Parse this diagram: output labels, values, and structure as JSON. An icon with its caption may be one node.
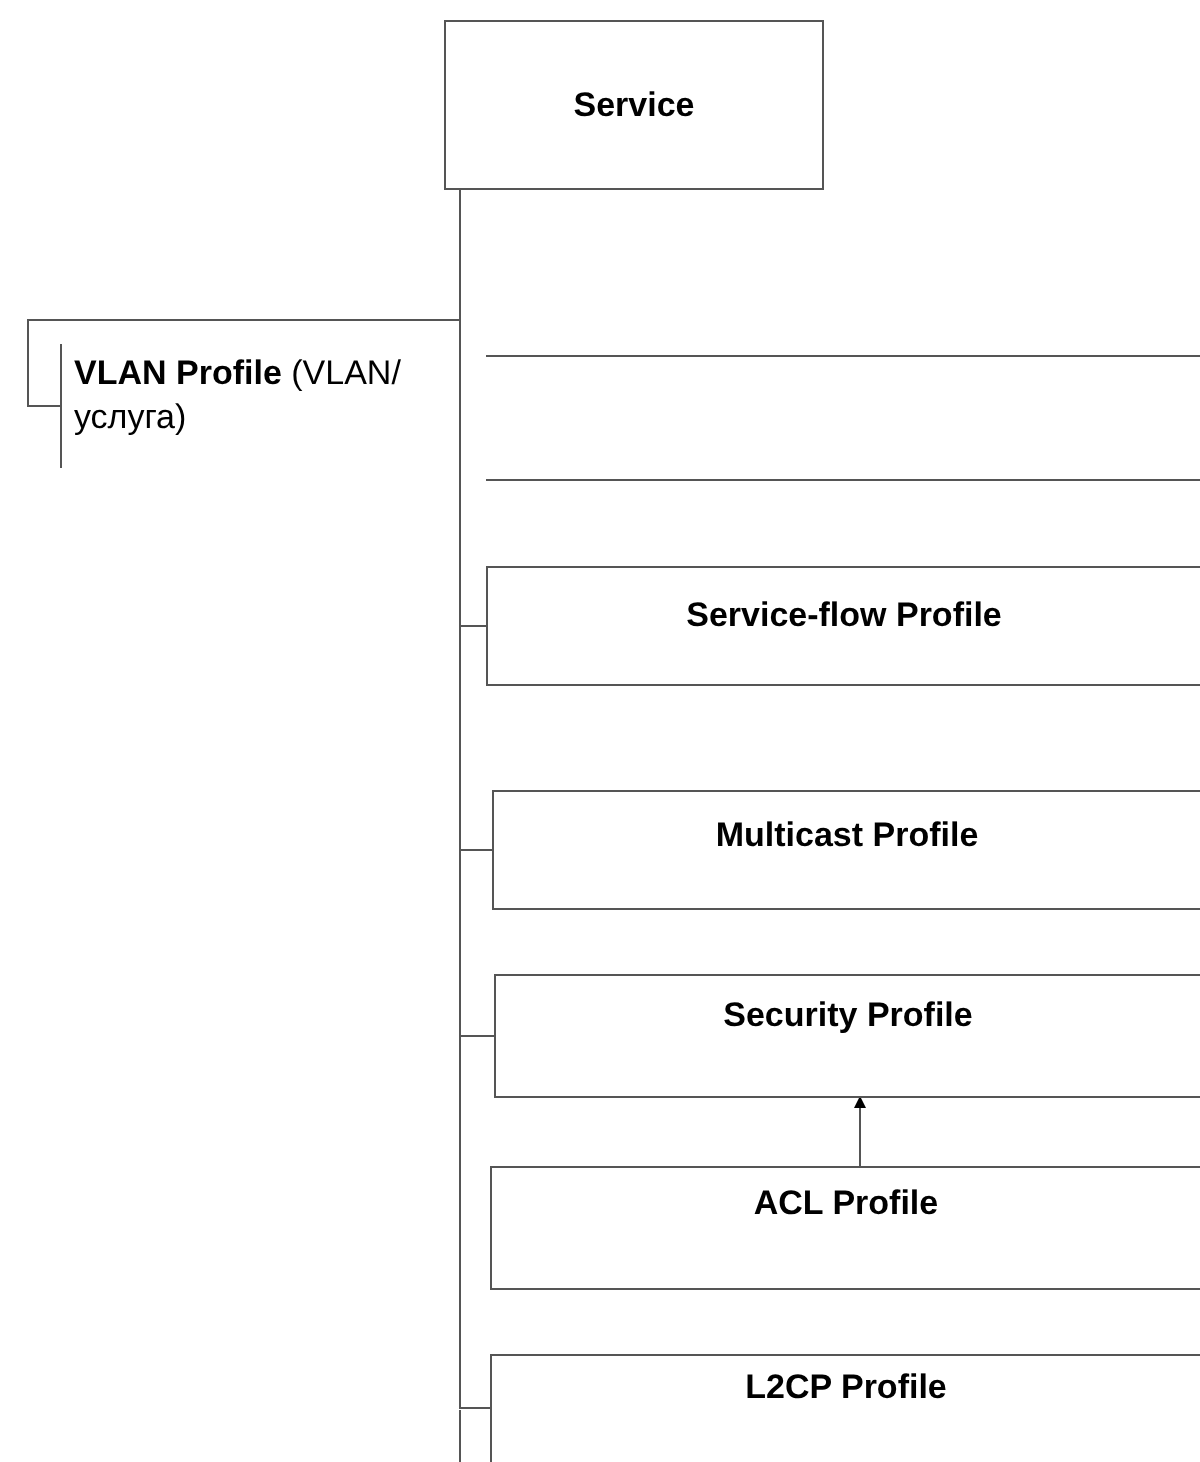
{
  "diagram": {
    "nodes": [
      {
        "text": [
          "Service"
        ]
      },
      {
        "text": [
          "**VLAN Profile** (VLAN/услуга)"
        ]
      },
      {
        "text": [
          "Service-flow Profile"
        ]
      },
      {
        "text": [
          "Multicast Profile"
        ]
      },
      {
        "text": [
          "Security Profile"
        ]
      },
      {
        "text": [
          "ACL Profile"
        ]
      },
      {
        "text": [
          "L2CP Profile"
        ]
      }
    ],
    "edges": [
      {
        "from": 0,
        "to": 1,
        "arrow": "none"
      },
      {
        "from": 0,
        "to": 2,
        "arrow": "none"
      },
      {
        "from": 0,
        "to": 3,
        "arrow": "none"
      },
      {
        "from": 0,
        "to": 4,
        "arrow": "none"
      },
      {
        "from": 0,
        "to": 6,
        "arrow": "none"
      },
      {
        "from": 5,
        "to": 4,
        "arrow": "to"
      }
    ]
  }
}
